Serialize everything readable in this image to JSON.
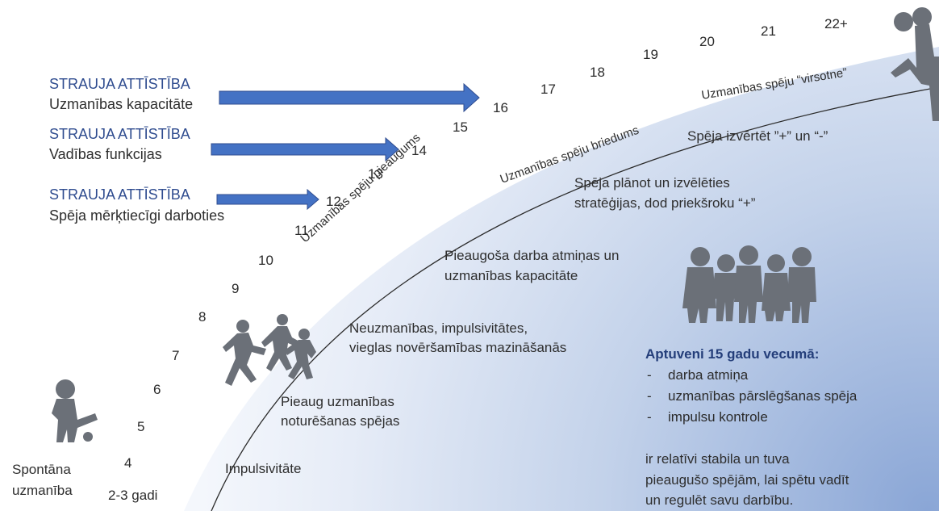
{
  "ages": [
    "2-3 gadi",
    "4",
    "5",
    "6",
    "7",
    "8",
    "9",
    "10",
    "11",
    "12",
    "13",
    "14",
    "15",
    "16",
    "17",
    "18",
    "19",
    "20",
    "21",
    "22+"
  ],
  "arc_labels": {
    "maturing": "Uzmanības spēju pieaugums",
    "ripening": "Uzmanības spēju briedums",
    "peak": "Uzmanības spēju “virsotne”"
  },
  "blocks": [
    {
      "head": "STRAUJA ATTĪSTĪBA",
      "sub": "Uzmanības kapacitāte"
    },
    {
      "head": "STRAUJA ATTĪSTĪBA",
      "sub": "Vadības funkcijas"
    },
    {
      "head": "STRAUJA ATTĪSTĪBA",
      "sub": "Spēja mērķtiecīgi darboties"
    }
  ],
  "labels": {
    "spontaneous_1": "Spontāna",
    "spontaneous_2": "uzmanība",
    "impulsivity": "Impulsivitāte",
    "holding_1": "Pieaug uzmanības",
    "holding_2": "noturēšanas spējas",
    "reduction_1": "Neuzmanības, impulsivitātes,",
    "reduction_2": "vieglas novēršamības mazināšanās",
    "memory_1": "Pieaugoša darba atmiņas un",
    "memory_2": "uzmanības kapacitāte",
    "strategy_1": "Spēja plānot un izvēlēties",
    "strategy_2": "stratēģijas, dod priekšroku “+”",
    "evaluate": "Spēja izvērtēt ”+” un “-”"
  },
  "summary": {
    "title": "Aptuveni 15 gadu vecumā:",
    "items": [
      "darba atmiņa",
      "uzmanības pārslēgšanas spēja",
      "impulsu kontrole"
    ],
    "tail_1": "ir relatīvi stabila un tuva",
    "tail_2": "pieaugušo spējām, lai spētu vadīt",
    "tail_3": "un regulēt savu darbību."
  },
  "colors": {
    "arrow": "#4472c4",
    "head": "#2f4c8f",
    "silhouette": "#6b7078",
    "arc_fill": "#b8c8e2"
  }
}
